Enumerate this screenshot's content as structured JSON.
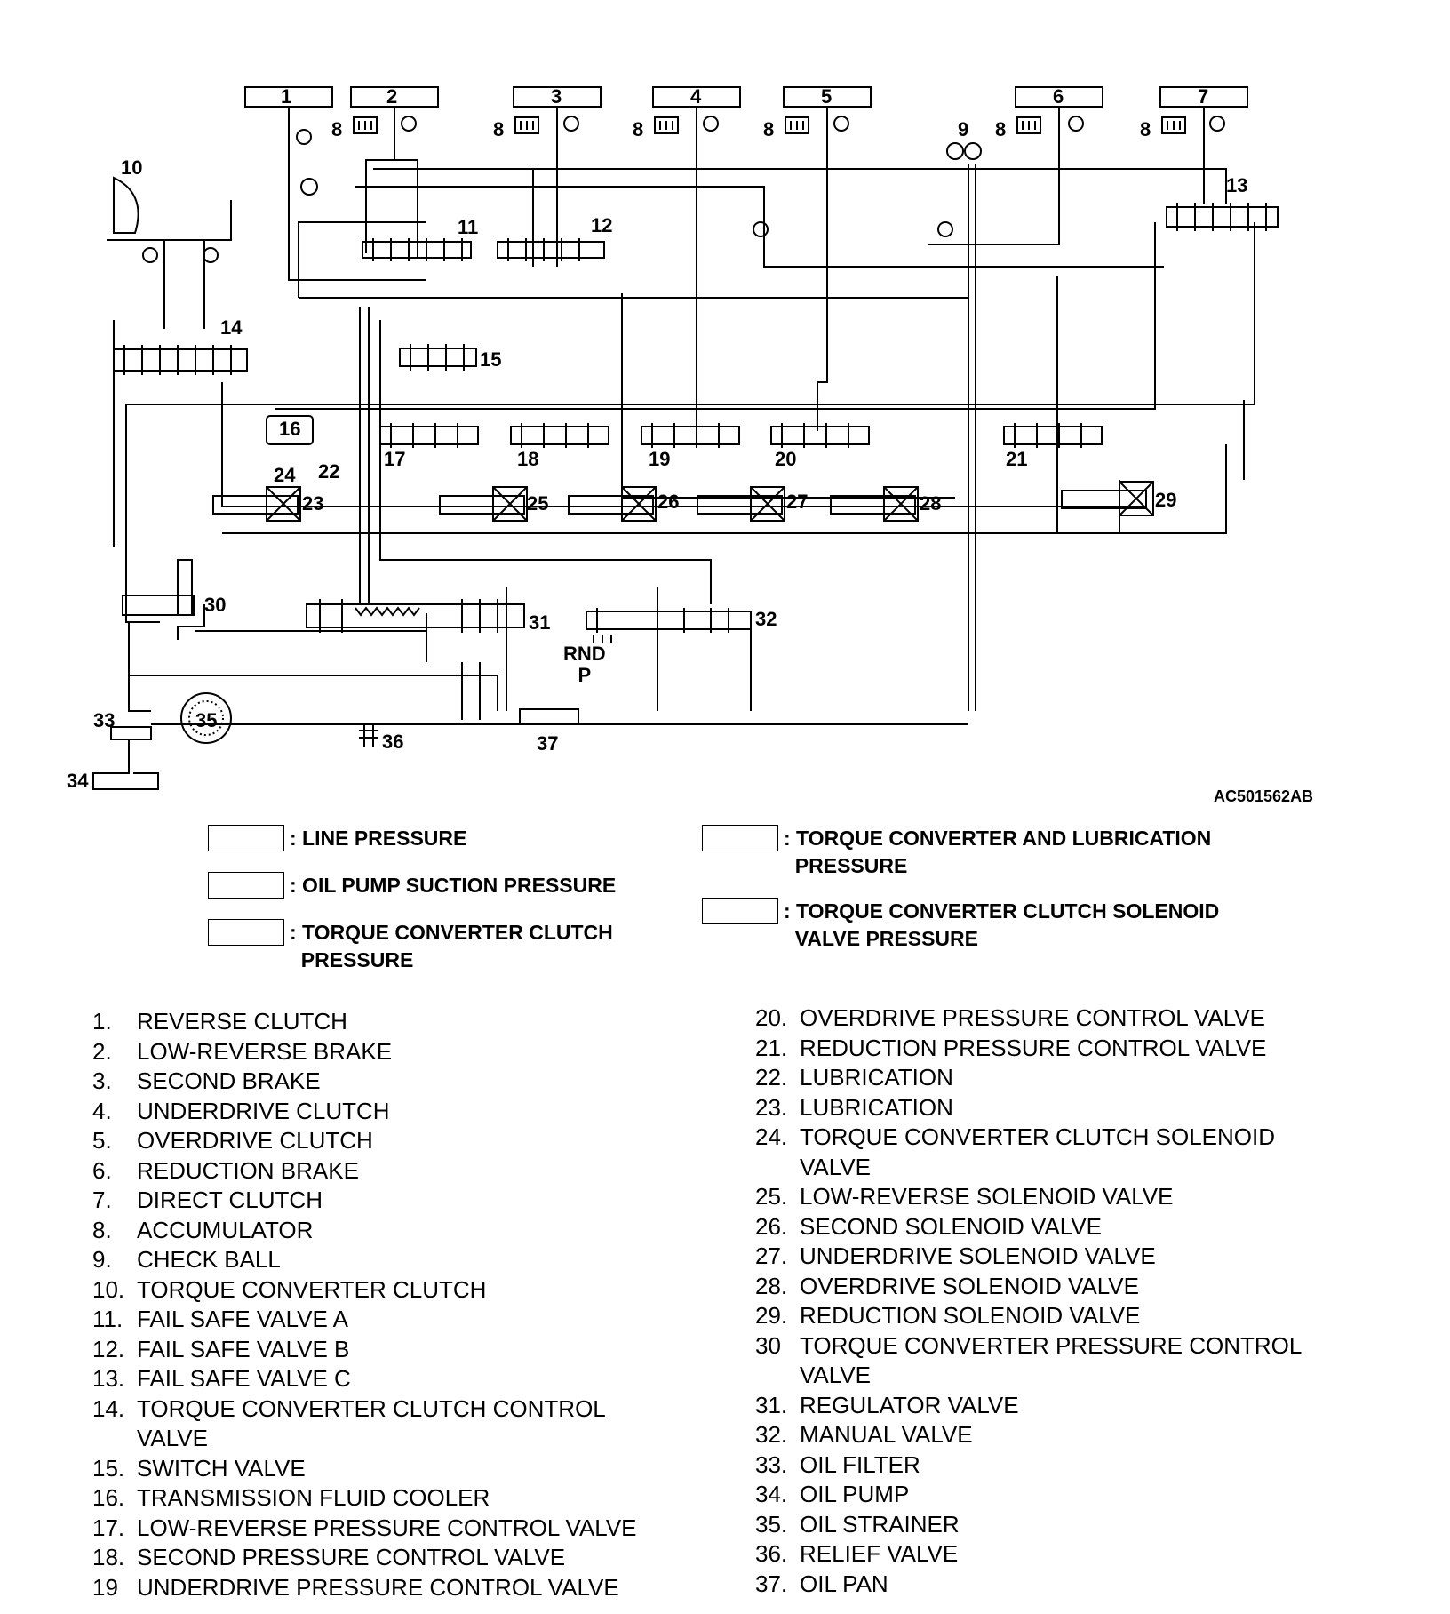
{
  "diagram": {
    "reference_code": "AC501562AB",
    "selector_label": "RND\nP",
    "callouts": [
      {
        "id": "n1",
        "text": "1"
      },
      {
        "id": "n2",
        "text": "2"
      },
      {
        "id": "n3",
        "text": "3"
      },
      {
        "id": "n4",
        "text": "4"
      },
      {
        "id": "n5",
        "text": "5"
      },
      {
        "id": "n6",
        "text": "6"
      },
      {
        "id": "n7",
        "text": "7"
      },
      {
        "id": "n8a",
        "text": "8"
      },
      {
        "id": "n8b",
        "text": "8"
      },
      {
        "id": "n8c",
        "text": "8"
      },
      {
        "id": "n8d",
        "text": "8"
      },
      {
        "id": "n8e",
        "text": "8"
      },
      {
        "id": "n8f",
        "text": "8"
      },
      {
        "id": "n8g",
        "text": "8"
      },
      {
        "id": "n9",
        "text": "9"
      },
      {
        "id": "n10",
        "text": "10"
      },
      {
        "id": "n11",
        "text": "11"
      },
      {
        "id": "n12",
        "text": "12"
      },
      {
        "id": "n13",
        "text": "13"
      },
      {
        "id": "n14",
        "text": "14"
      },
      {
        "id": "n15",
        "text": "15"
      },
      {
        "id": "n16",
        "text": "16"
      },
      {
        "id": "n17",
        "text": "17"
      },
      {
        "id": "n18",
        "text": "18"
      },
      {
        "id": "n19",
        "text": "19"
      },
      {
        "id": "n20",
        "text": "20"
      },
      {
        "id": "n21",
        "text": "21"
      },
      {
        "id": "n22",
        "text": "22"
      },
      {
        "id": "n23",
        "text": "23"
      },
      {
        "id": "n24",
        "text": "24"
      },
      {
        "id": "n25",
        "text": "25"
      },
      {
        "id": "n26",
        "text": "26"
      },
      {
        "id": "n27",
        "text": "27"
      },
      {
        "id": "n28",
        "text": "28"
      },
      {
        "id": "n29",
        "text": "29"
      },
      {
        "id": "n30",
        "text": "30"
      },
      {
        "id": "n31",
        "text": "31"
      },
      {
        "id": "n32",
        "text": "32"
      },
      {
        "id": "n33",
        "text": "33"
      },
      {
        "id": "n34",
        "text": "34"
      },
      {
        "id": "n35",
        "text": "35"
      },
      {
        "id": "n36",
        "text": "36"
      },
      {
        "id": "n37",
        "text": "37"
      }
    ]
  },
  "legend": [
    {
      "text": ": LINE PRESSURE"
    },
    {
      "text": ": OIL PUMP SUCTION PRESSURE"
    },
    {
      "text": ": TORQUE CONVERTER CLUTCH\n  PRESSURE"
    },
    {
      "text": ": TORQUE CONVERTER AND LUBRICATION\n  PRESSURE"
    },
    {
      "text": ": TORQUE CONVERTER CLUTCH SOLENOID\n  VALVE PRESSURE"
    }
  ],
  "key_left": [
    {
      "num": "1.",
      "text": "REVERSE CLUTCH"
    },
    {
      "num": "2.",
      "text": "LOW-REVERSE BRAKE"
    },
    {
      "num": "3.",
      "text": "SECOND BRAKE"
    },
    {
      "num": "4.",
      "text": "UNDERDRIVE CLUTCH"
    },
    {
      "num": "5.",
      "text": "OVERDRIVE CLUTCH"
    },
    {
      "num": "6.",
      "text": "REDUCTION BRAKE"
    },
    {
      "num": "7.",
      "text": "DIRECT CLUTCH"
    },
    {
      "num": "8.",
      "text": "ACCUMULATOR"
    },
    {
      "num": "9.",
      "text": "CHECK BALL"
    },
    {
      "num": "10.",
      "text": "TORQUE CONVERTER CLUTCH"
    },
    {
      "num": "11.",
      "text": "FAIL SAFE VALVE A"
    },
    {
      "num": "12.",
      "text": "FAIL SAFE VALVE B"
    },
    {
      "num": "13.",
      "text": "FAIL SAFE VALVE C"
    },
    {
      "num": "14.",
      "text": "TORQUE CONVERTER CLUTCH CONTROL VALVE"
    },
    {
      "num": "15.",
      "text": "SWITCH VALVE"
    },
    {
      "num": "16.",
      "text": "TRANSMISSION FLUID COOLER"
    },
    {
      "num": "17.",
      "text": "LOW-REVERSE PRESSURE CONTROL VALVE"
    },
    {
      "num": "18.",
      "text": "SECOND PRESSURE CONTROL VALVE"
    },
    {
      "num": "19",
      "text": "UNDERDRIVE PRESSURE CONTROL VALVE"
    }
  ],
  "key_right": [
    {
      "num": "20.",
      "text": "OVERDRIVE PRESSURE CONTROL VALVE"
    },
    {
      "num": "21.",
      "text": "REDUCTION PRESSURE CONTROL VALVE"
    },
    {
      "num": "22.",
      "text": "LUBRICATION"
    },
    {
      "num": "23.",
      "text": "LUBRICATION"
    },
    {
      "num": "24.",
      "text": "TORQUE CONVERTER CLUTCH SOLENOID VALVE"
    },
    {
      "num": "25.",
      "text": "LOW-REVERSE SOLENOID VALVE"
    },
    {
      "num": "26.",
      "text": "SECOND SOLENOID VALVE"
    },
    {
      "num": "27.",
      "text": "UNDERDRIVE SOLENOID VALVE"
    },
    {
      "num": "28.",
      "text": "OVERDRIVE SOLENOID VALVE"
    },
    {
      "num": "29.",
      "text": "REDUCTION SOLENOID VALVE"
    },
    {
      "num": "30",
      "text": "TORQUE CONVERTER PRESSURE CONTROL VALVE"
    },
    {
      "num": "31.",
      "text": "REGULATOR VALVE"
    },
    {
      "num": "32.",
      "text": "MANUAL VALVE"
    },
    {
      "num": "33.",
      "text": "OIL FILTER"
    },
    {
      "num": "34.",
      "text": "OIL PUMP"
    },
    {
      "num": "35.",
      "text": "OIL STRAINER"
    },
    {
      "num": "36.",
      "text": "RELIEF VALVE"
    },
    {
      "num": "37.",
      "text": "OIL PAN"
    }
  ]
}
